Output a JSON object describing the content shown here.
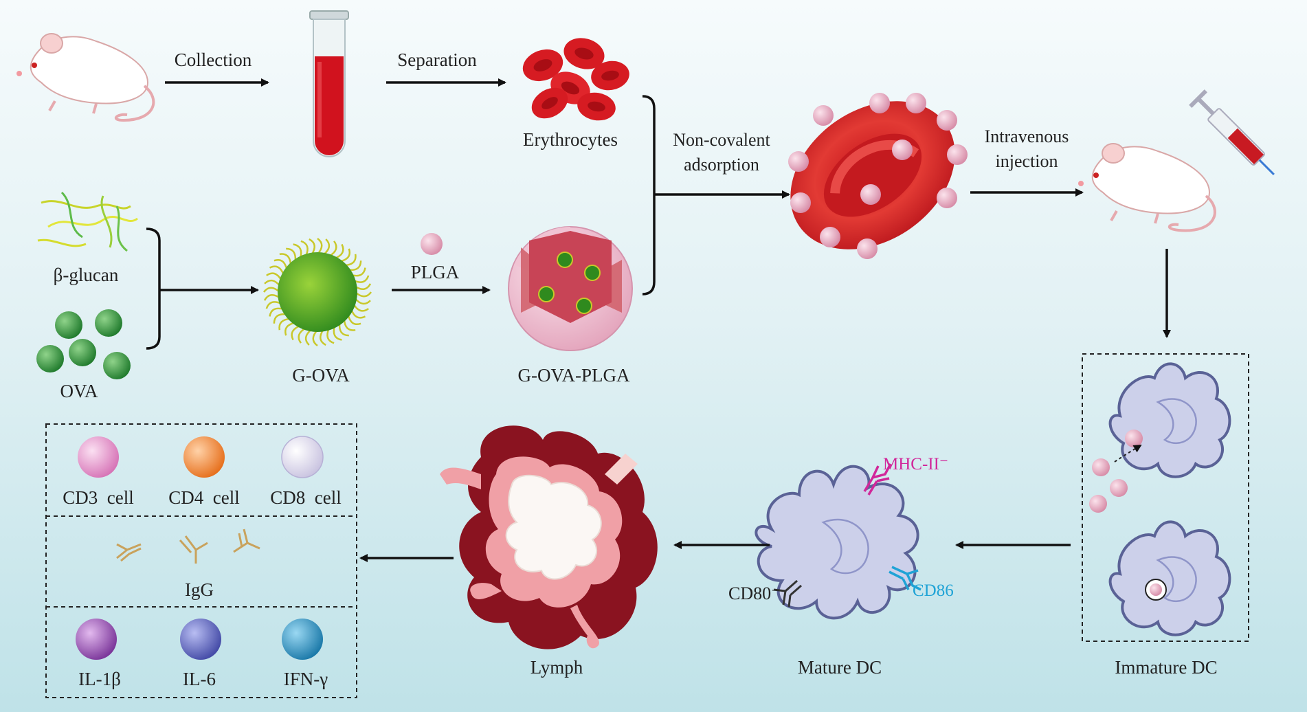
{
  "labels": {
    "collection": "Collection",
    "separation": "Separation",
    "erythrocytes": "Erythrocytes",
    "noncovalent_line1": "Non-covalent",
    "noncovalent_line2": "adsorption",
    "intravenous_line1": "Intravenous",
    "intravenous_line2": "injection",
    "beta_glucan": "β-glucan",
    "ova": "OVA",
    "g_ova": "G-OVA",
    "plga": "PLGA",
    "g_ova_plga": "G-OVA-PLGA",
    "immature_dc": "Immature DC",
    "mature_dc": "Mature DC",
    "lymph": "Lymph",
    "mhc": "MHC-II⁻",
    "cd80": "CD80⁻",
    "cd86": "CD86"
  },
  "results": {
    "cells": [
      "CD3  cell",
      "CD4  cell",
      "CD8  cell"
    ],
    "antibody": "IgG",
    "cytokines": [
      "IL-1β",
      "IL-6",
      "IFN-γ"
    ]
  },
  "colors": {
    "blood_red": "#d42026",
    "plga_pink": "#e6a6bc",
    "ova_green": "#2f8f3a",
    "dc_fill": "#c9cde8",
    "dc_stroke": "#5a6296",
    "mhc": "#d1279a",
    "cd86": "#1fa3d6",
    "lymph_dark": "#8a1320",
    "lymph_pink": "#f0a0a6",
    "cd3": "#e493c7",
    "cd4": "#ee7a2a",
    "cd8": "#dcd8ec",
    "il1b": "#8e48a7",
    "il6": "#5860b8",
    "ifng": "#2a8fbf"
  }
}
